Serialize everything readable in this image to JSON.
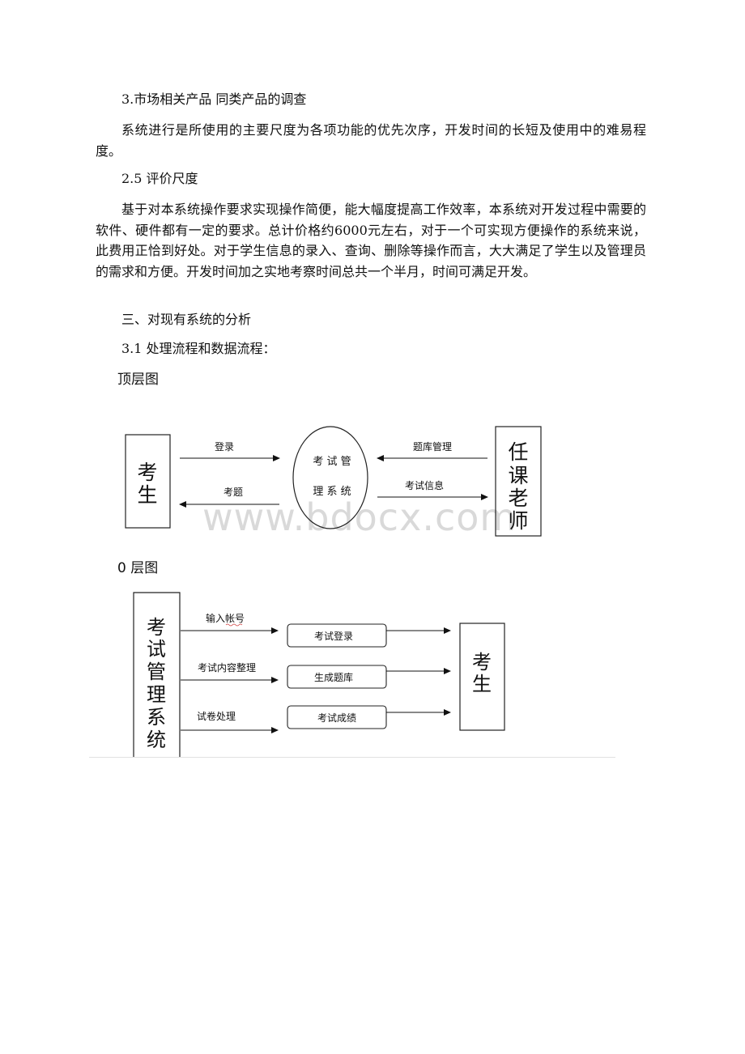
{
  "doc": {
    "heading_market": "3.市场相关产品 同类产品的调查",
    "para_scale": "系统进行是所使用的主要尺度为各项功能的优先次序，开发时间的长短及使用中的难易程度。",
    "heading_eval": "2.5 评价尺度",
    "para_eval": "基于对本系统操作要求实现操作简便，能大幅度提高工作效率，本系统对开发过程中需要的软件、硬件都有一定的要求。总计价格约6000元左右，对于一个可实现方便操作的系统来说，此费用正恰到好处。对于学生信息的录入、查询、删除等操作而言，大大满足了学生以及管理员的需求和方便。开发时间加之实地考察时间总共一个半月，时间可满足开发。",
    "heading_analysis": "三、对现有系统的分析",
    "heading_flow": "3.1 处理流程和数据流程：",
    "label_top": "顶层图",
    "label_level0": "0 层图",
    "watermark": "www.bdocx.com"
  },
  "top_diagram": {
    "student_chars": [
      "考",
      "生"
    ],
    "system_line1": "考 试 管",
    "system_line2": "理 系 统",
    "teacher_chars": [
      "任",
      "课",
      "老",
      "师"
    ],
    "arrow_login": "登录",
    "arrow_questions": "考题",
    "arrow_bank_mgmt": "题库管理",
    "arrow_exam_info": "考试信息"
  },
  "level0_diagram": {
    "system_chars": [
      "考",
      "试",
      "管",
      "理",
      "系",
      "统"
    ],
    "student_chars": [
      "考",
      "生"
    ],
    "flow_account": "输入帐号",
    "flow_content": "考试内容整理",
    "flow_paper": "试卷处理",
    "proc_login": "考试登录",
    "proc_bank": "生成题库",
    "proc_score": "考试成绩"
  }
}
